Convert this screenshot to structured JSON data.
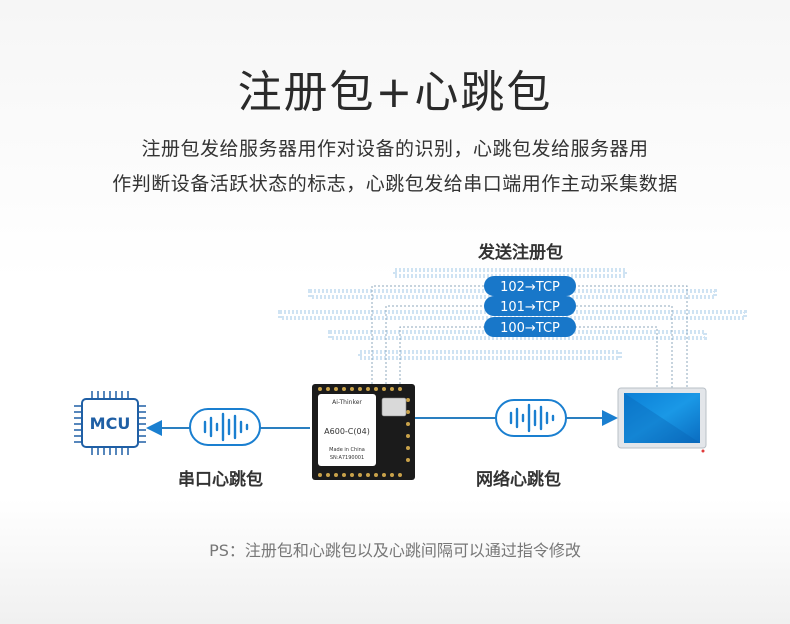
{
  "title": "注册包+心跳包",
  "description": {
    "line1": "注册包发给服务器用作对设备的识别，心跳包发给服务器用",
    "line2": "作判断设备活跃状态的标志，心跳包发给串口端用作主动采集数据"
  },
  "diagram": {
    "register_label": "发送注册包",
    "packets": [
      {
        "label": "102→TCP"
      },
      {
        "label": "101→TCP"
      },
      {
        "label": "100→TCP"
      }
    ],
    "mcu_label": "MCU",
    "module": {
      "brand": "Ai-Thinker",
      "model": "A600-C(04)",
      "made_in": "Made in China",
      "sn": "SN:A7190001"
    },
    "serial_label": "串口心跳包",
    "network_label": "网络心跳包"
  },
  "footer": {
    "ps": "PS：注册包和心跳包以及心跳间隔可以通过指令修改"
  },
  "colors": {
    "accent": "#1a7fd0",
    "pill": "#1877c9",
    "line": "#2a7fc0"
  }
}
